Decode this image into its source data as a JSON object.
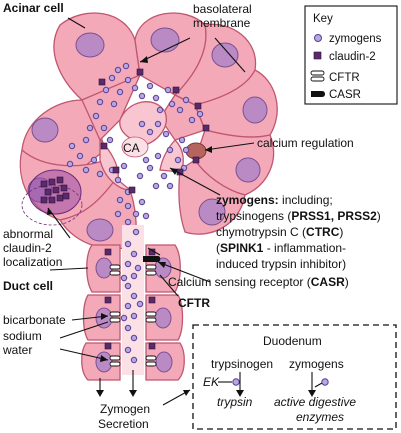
{
  "labels": {
    "acinar_cell": "Acinar cell",
    "basolateral_membrane": "basolateral\nmembrane",
    "ca": "CA",
    "calcium_regulation": "calcium regulation",
    "abnormal_claudin": "abnormal\nclaudin-2\nlocalization",
    "duct_cell": "Duct cell",
    "bicarbonate": "bicarbonate",
    "sodium": "sodium",
    "water": "water",
    "cftr": "CFTR",
    "casr_full": "Calcium sensing receptor (",
    "casr_bold": "CASR",
    "casr_close": ")",
    "zymogen_secretion": "Zymogen\nSecretion"
  },
  "zymogens_note": {
    "head": "zymogens:",
    "line1_rest": " including;",
    "line2_a": "trypsinogens (",
    "line2_b": "PRSS1, PRSS2",
    "line2_c": ")",
    "line3_a": "chymotrypsin C (",
    "line3_b": "CTRC",
    "line3_c": ")",
    "line4_a": "(",
    "line4_b": "SPINK1",
    "line4_c": " - inflammation-",
    "line5": "induced trypsin inhibitor)"
  },
  "key": {
    "title": "Key",
    "items": [
      "zymogens",
      "claudin-2",
      "CFTR",
      "CASR"
    ]
  },
  "duodenum": {
    "title": "Duodenum",
    "trypsinogen": "trypsinogen",
    "zymogens": "zymogens",
    "ek": "EK",
    "trypsin": "trypsin",
    "active": "active digestive",
    "enzymes": "enzymes"
  },
  "colors": {
    "cell_fill": "#f4a9b8",
    "cell_stroke": "#c0566f",
    "nucleus": "#b98ac4",
    "zymogen": "#b7a7df",
    "claudin": "#5a2a6b",
    "abnormal_patch": "#9b4fa6"
  }
}
